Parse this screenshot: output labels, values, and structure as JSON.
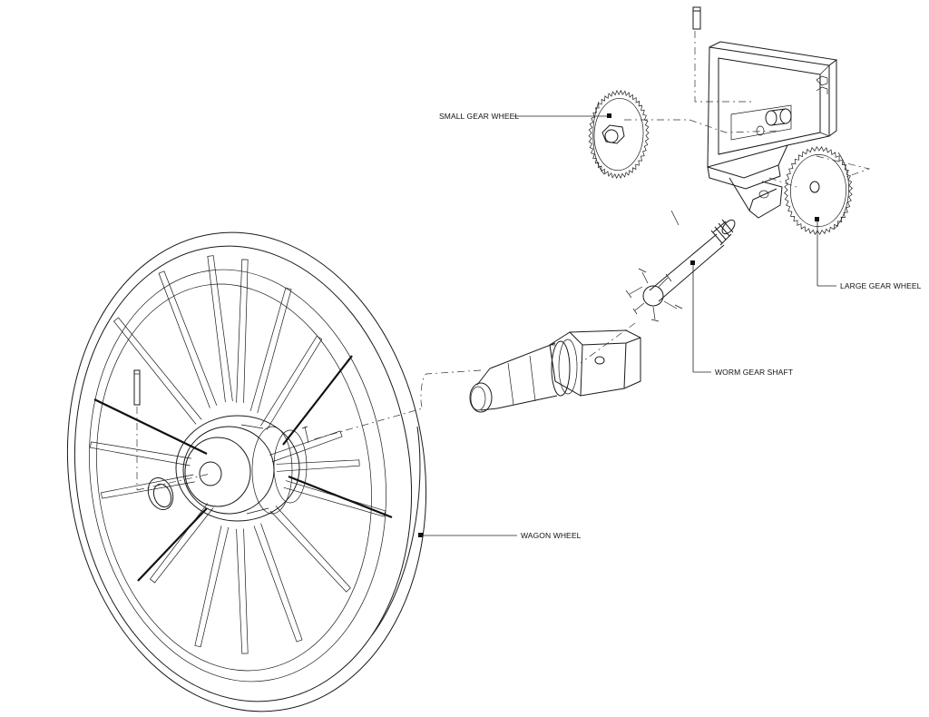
{
  "labels": {
    "small_gear_wheel": "SMALL GEAR WHEEL",
    "large_gear_wheel": "LARGE GEAR WHEEL",
    "worm_gear_shaft": "WORM GEAR SHAFT",
    "wagon_wheel": "WAGON WHEEL"
  },
  "colors": {
    "ink": "#1a1a1a",
    "paper": "#ffffff"
  }
}
